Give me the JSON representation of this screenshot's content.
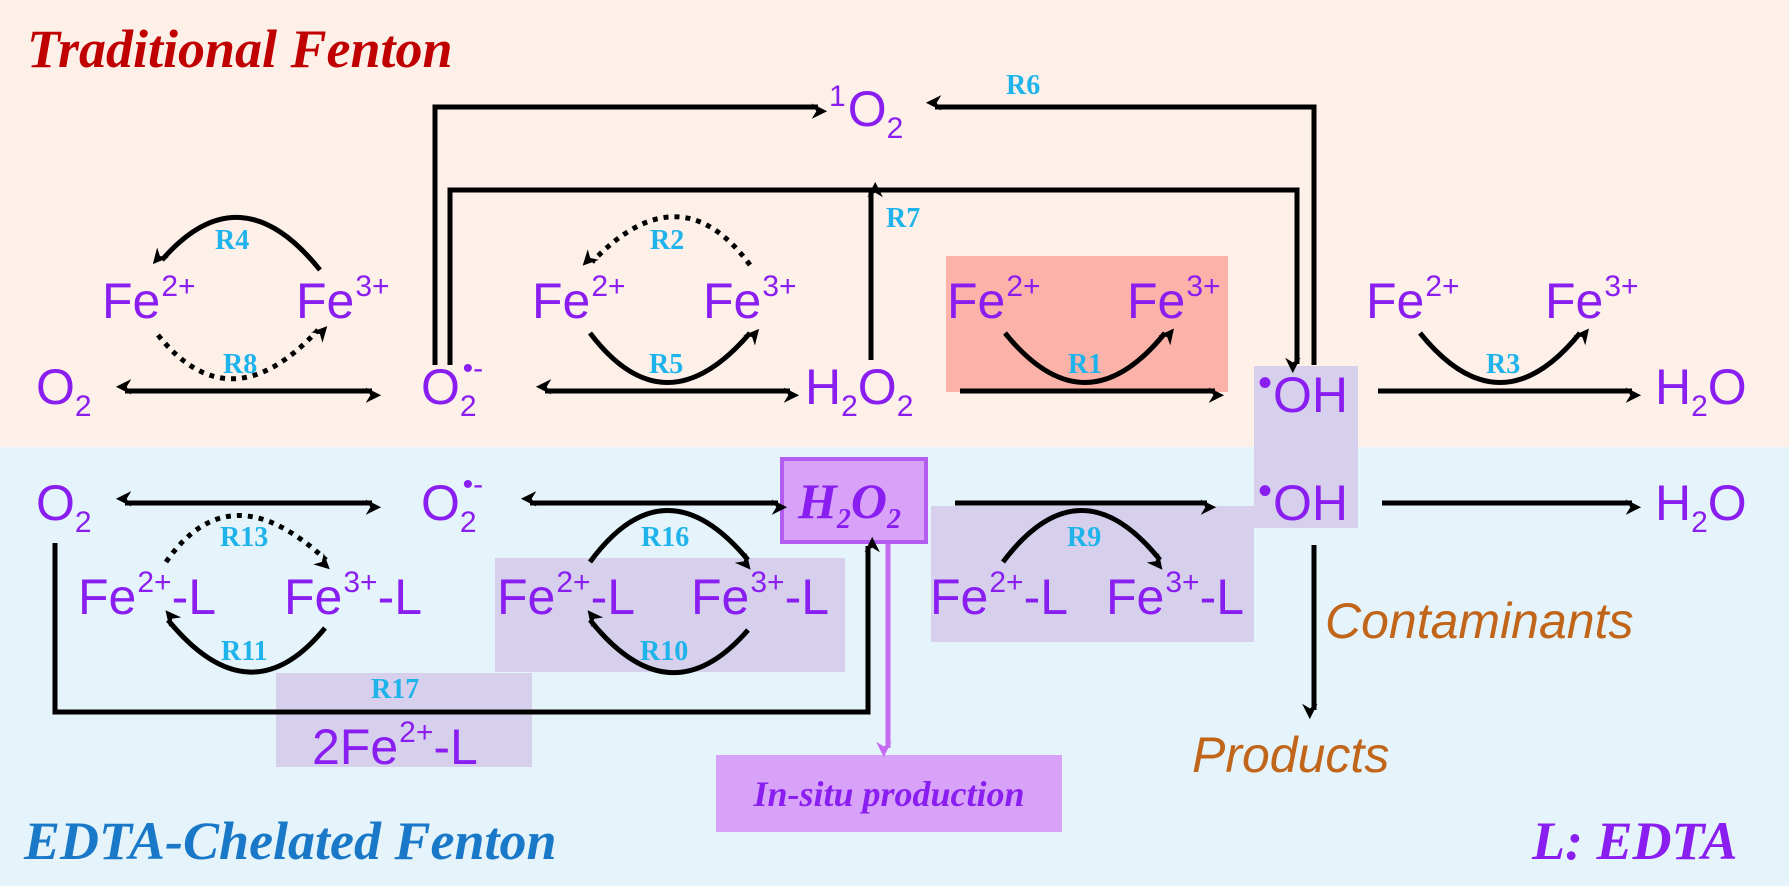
{
  "titles": {
    "top": "Traditional Fenton",
    "bottom": "EDTA-Chelated Fenton",
    "legend": "L: EDTA"
  },
  "species": {
    "o2": "O",
    "o2_sub": "2",
    "singlet_sup": "1",
    "singlet": "O",
    "singlet_sub": "2",
    "superoxide": "O",
    "superoxide_sub": "2",
    "superoxide_sup": "•-",
    "h2o2_a": "H",
    "h2o2_a_sub": "2",
    "h2o2_b": "O",
    "h2o2_b_sub": "2",
    "oh_dot": "•",
    "oh": "OH",
    "h2o_a": "H",
    "h2o_sub": "2",
    "h2o_b": "O",
    "fe": "Fe",
    "fe2_sup": "2+",
    "fe3_sup": "3+",
    "ligand": "-L",
    "two_fe": "2Fe",
    "contaminants": "Contaminants",
    "products": "Products"
  },
  "insitu": {
    "h2o2_a": "H",
    "h2o2_a_sub": "2",
    "h2o2_b": "O",
    "h2o2_b_sub": "2",
    "label": "In-situ production"
  },
  "reactions": [
    "R1",
    "R2",
    "R3",
    "R4",
    "R5",
    "R6",
    "R7",
    "R8",
    "R9",
    "R10",
    "R11",
    "R13",
    "R16",
    "R17"
  ],
  "colors": {
    "top_bg": "#fdf0e8",
    "bottom_bg": "#e4f4fa",
    "species": "#8a1ef0",
    "reaction_label": "#1fb3ec",
    "top_title": "#c00000",
    "bottom_title": "#1a78c8",
    "contaminants": "#c1651a",
    "highlight_red": "#fbb3a9",
    "highlight_lav": "#d6d0ec",
    "insitu": "#d8a2f8"
  }
}
